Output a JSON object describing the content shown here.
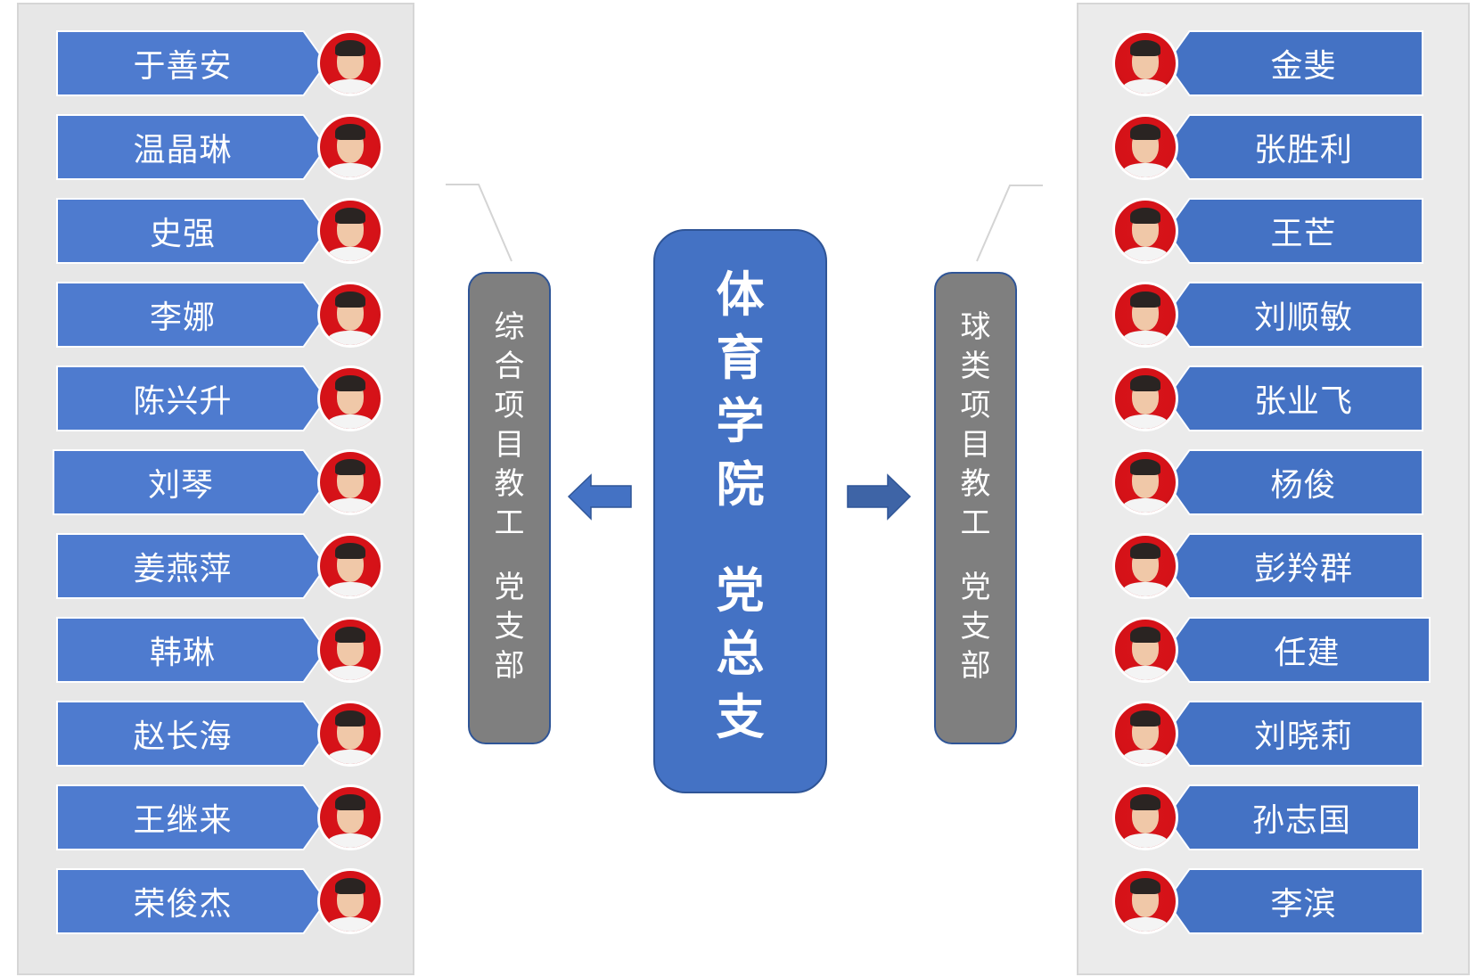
{
  "center": {
    "title_chars": [
      "体",
      "育",
      "学",
      "院"
    ],
    "subtitle_chars": [
      "党",
      "总",
      "支"
    ],
    "color": "#4472c4"
  },
  "left_branch": {
    "title_chars": [
      "综",
      "合",
      "项",
      "目",
      "教",
      "工"
    ],
    "subtitle_chars": [
      "党",
      "支",
      "部"
    ],
    "arrow_direction": "left",
    "arrow_color": "#4472c4"
  },
  "right_branch": {
    "title_chars": [
      "球",
      "类",
      "项",
      "目",
      "教",
      "工"
    ],
    "subtitle_chars": [
      "党",
      "支",
      "部"
    ],
    "arrow_direction": "right",
    "arrow_color": "#3e64a6"
  },
  "left_members": [
    {
      "name": "于善安",
      "photo": "portrait-photo"
    },
    {
      "name": "温晶琳",
      "photo": "portrait-photo"
    },
    {
      "name": "史强",
      "photo": "portrait-photo"
    },
    {
      "name": "李娜",
      "photo": "portrait-photo"
    },
    {
      "name": "陈兴升",
      "photo": "portrait-photo"
    },
    {
      "name": "刘琴",
      "photo": "portrait-photo"
    },
    {
      "name": "姜燕萍",
      "photo": "portrait-photo"
    },
    {
      "name": "韩琳",
      "photo": "portrait-photo"
    },
    {
      "name": "赵长海",
      "photo": "portrait-photo"
    },
    {
      "name": "王继来",
      "photo": "portrait-photo"
    },
    {
      "name": "荣俊杰",
      "photo": "portrait-photo"
    }
  ],
  "right_members": [
    {
      "name": "金斐",
      "photo": "portrait-photo"
    },
    {
      "name": "张胜利",
      "photo": "portrait-photo"
    },
    {
      "name": "王芒",
      "photo": "portrait-photo"
    },
    {
      "name": "刘顺敏",
      "photo": "portrait-photo"
    },
    {
      "name": "张业飞",
      "photo": "portrait-photo"
    },
    {
      "name": "杨俊",
      "photo": "portrait-photo"
    },
    {
      "name": "彭羚群",
      "photo": "portrait-photo"
    },
    {
      "name": "任建",
      "photo": "portrait-photo"
    },
    {
      "name": "刘晓莉",
      "photo": "portrait-photo"
    },
    {
      "name": "孙志国",
      "photo": "portrait-photo"
    },
    {
      "name": "李滨",
      "photo": "portrait-photo"
    }
  ],
  "colors": {
    "left_banner": "#4e7bcf",
    "right_banner": "#4472c4",
    "branch_box": "#7f7f7f",
    "panel_bg": "#e7e7e7",
    "photo_bg": "#d51218"
  }
}
